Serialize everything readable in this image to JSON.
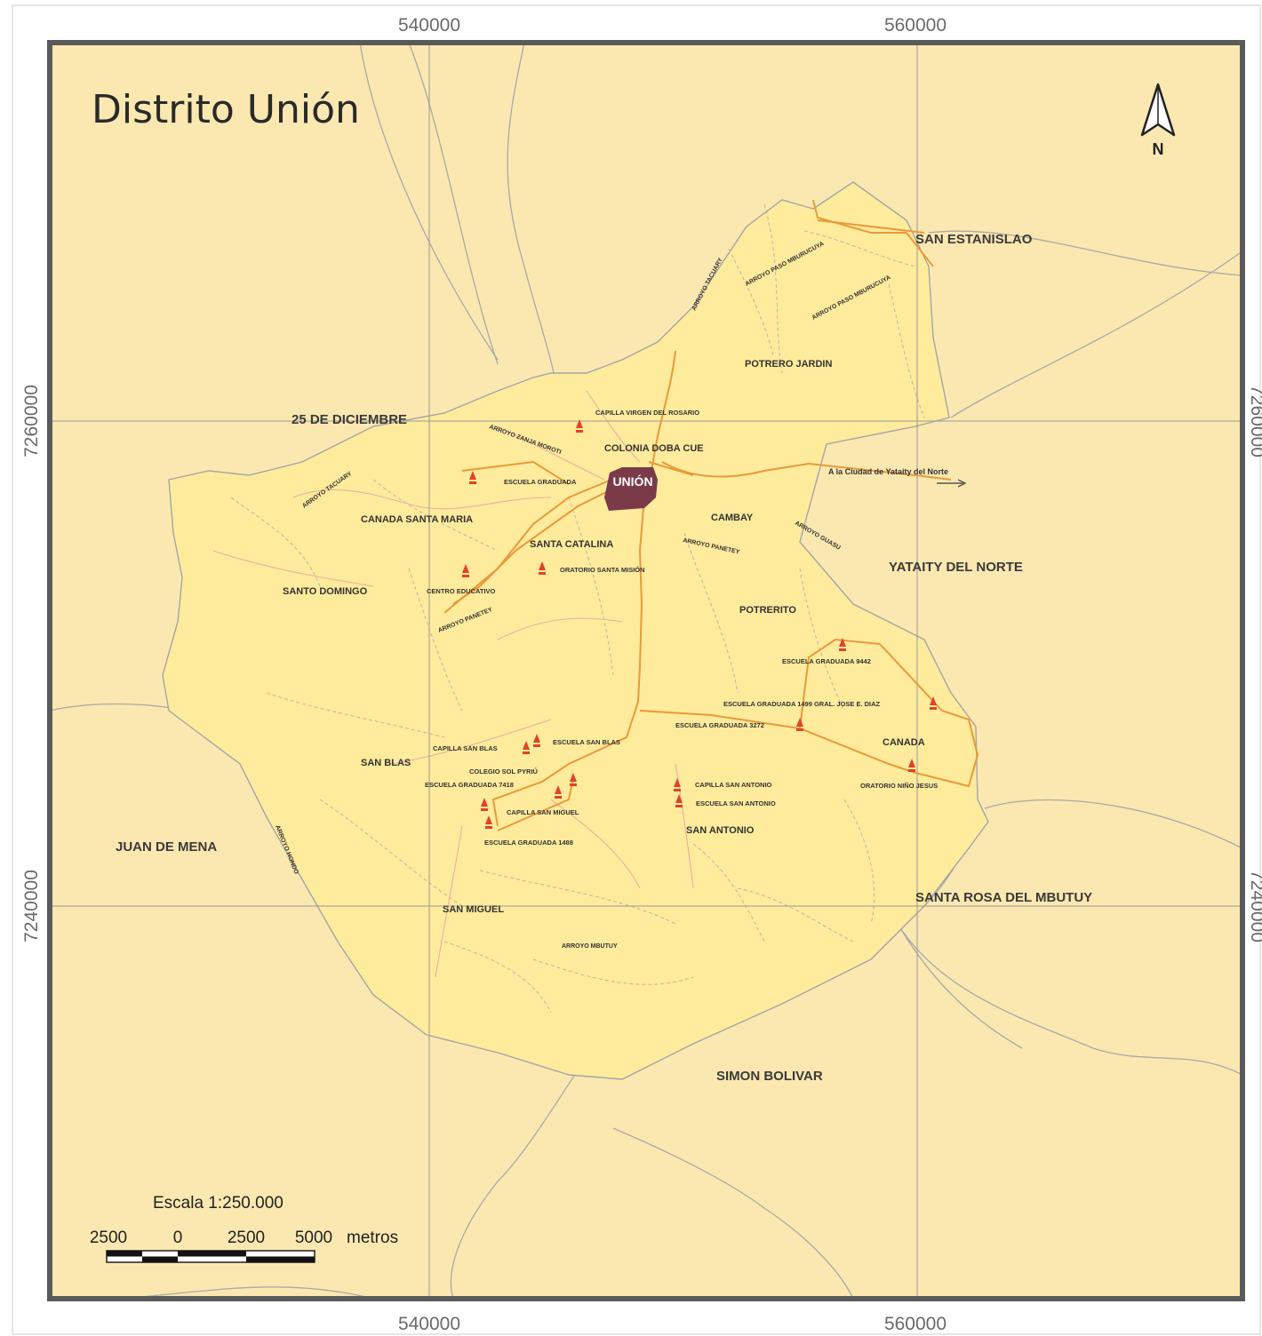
{
  "map": {
    "title": "Distrito Unión",
    "north_label": "N",
    "coords": {
      "x_ticks": [
        "540000",
        "560000"
      ],
      "y_ticks": [
        "7260000",
        "7240000"
      ]
    },
    "town": {
      "name": "UNIÓN",
      "color": "#7a3a48"
    },
    "neighbors": {
      "san_estanislao": "SAN ESTANISLAO",
      "yataity_norte": "YATAITY DEL NORTE",
      "santa_rosa": "SANTA ROSA DEL MBUTUY",
      "simon_bolivar": "SIMON BOLIVAR",
      "juan_de_mena": "JUAN DE MENA",
      "diciembre": "25 DE DICIEMBRE"
    },
    "localities": {
      "potrero_jardin": "POTRERO JARDIN",
      "colonia": "COLONIA DOBA CUE",
      "canada_santa_maria": "CANADA SANTA MARIA",
      "santa_catalina": "SANTA CATALINA",
      "santo_domingo": "SANTO DOMINGO",
      "cambay": "CAMBAY",
      "potrerito": "POTRERITO",
      "canada": "CANADA",
      "san_blas": "SAN BLAS",
      "san_antonio": "SAN ANTONIO",
      "san_miguel": "SAN MIGUEL"
    },
    "institutions": {
      "capilla_virgen": "CAPILLA VIRGEN DEL ROSARIO",
      "escuela_graduada": "ESCUELA GRADUADA",
      "oratorio_santa": "ORATORIO SANTA MISIÓN",
      "centro_educativo": "CENTRO EDUCATIVO",
      "escuela_9442": "ESCUELA GRADUADA 9442",
      "escuela_1499": "ESCUELA GRADUADA 1499 GRAL. JOSE E. DIAZ",
      "escuela_3272": "ESCUELA GRADUADA 3272",
      "capilla_san_blas": "CAPILLA SAN BLAS",
      "escuela_san_blas": "ESCUELA SAN BLAS",
      "colegio": "COLEGIO SOL PYRIÚ",
      "escuela_7418": "ESCUELA GRADUADA 7418",
      "capilla_san_miguel": "CAPILLA SAN MIGUEL",
      "escuela_1488": "ESCUELA GRADUADA 1488",
      "capilla_san_antonio": "CAPILLA SAN ANTONIO",
      "escuela_san_antonio": "ESCUELA SAN ANTONIO",
      "oratorio_nino": "ORATORIO NIÑO JESUS"
    },
    "streams": {
      "tacuary_n": "ARROYO TACUARY",
      "pasito_1": "ARROYO PASO MBURUCUYA",
      "pasito_2": "ARROYO PASO MBURUCUYA",
      "zanja": "ARROYO ZANJA MOROTI",
      "tacuary_w": "ARROYO TACUARY",
      "panetey_1": "ARROYO PANETEY",
      "guasu": "ARROYO GUASU",
      "panetey_2": "ARROYO PANETEY",
      "hondo": "ARROYO HONDO",
      "mbutuy": "ARROYO MBUTUY"
    },
    "road_note": "A la Ciudad de Yataity del Norte",
    "scale": {
      "title": "Escala 1:250.000",
      "ticks": [
        "2500",
        "0",
        "2500",
        "5000"
      ],
      "unit": "metros"
    },
    "colors": {
      "background": "#fbe8b0",
      "district": "#ffeb9c",
      "road": "#e89a3a",
      "frame": "#5a5a5a",
      "marker": "#e0422a"
    }
  }
}
